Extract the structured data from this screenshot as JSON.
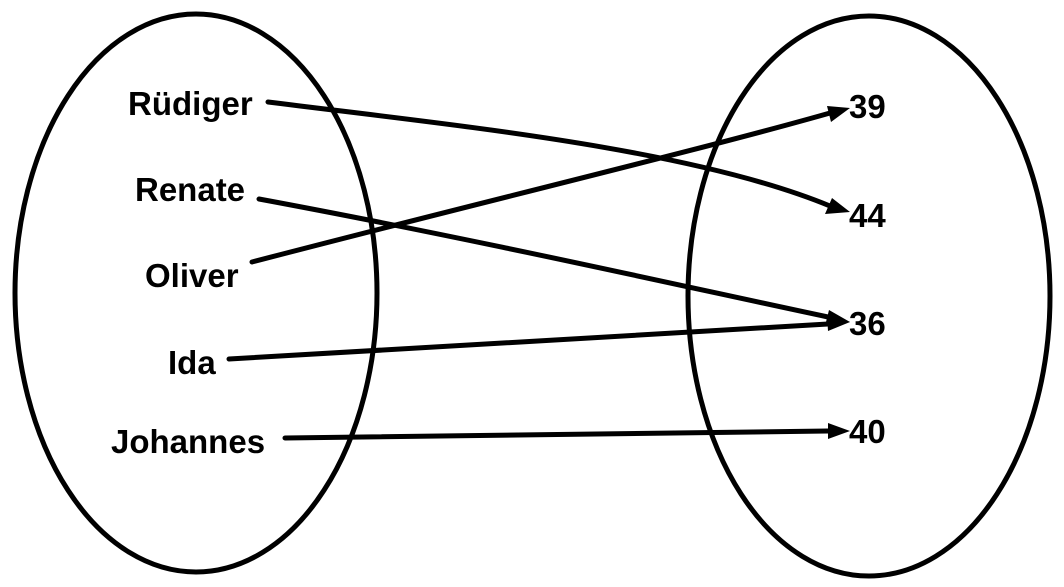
{
  "domain_set": {
    "elements": [
      "Rüdiger",
      "Renate",
      "Oliver",
      "Ida",
      "Johannes"
    ]
  },
  "codomain_set": {
    "elements": [
      "39",
      "44",
      "36",
      "40"
    ]
  },
  "mapping": [
    {
      "from": "Rüdiger",
      "to": "44"
    },
    {
      "from": "Renate",
      "to": "36"
    },
    {
      "from": "Oliver",
      "to": "39"
    },
    {
      "from": "Ida",
      "to": "36"
    },
    {
      "from": "Johannes",
      "to": "40"
    }
  ],
  "colors": {
    "stroke": "#000000",
    "background": "#ffffff"
  }
}
